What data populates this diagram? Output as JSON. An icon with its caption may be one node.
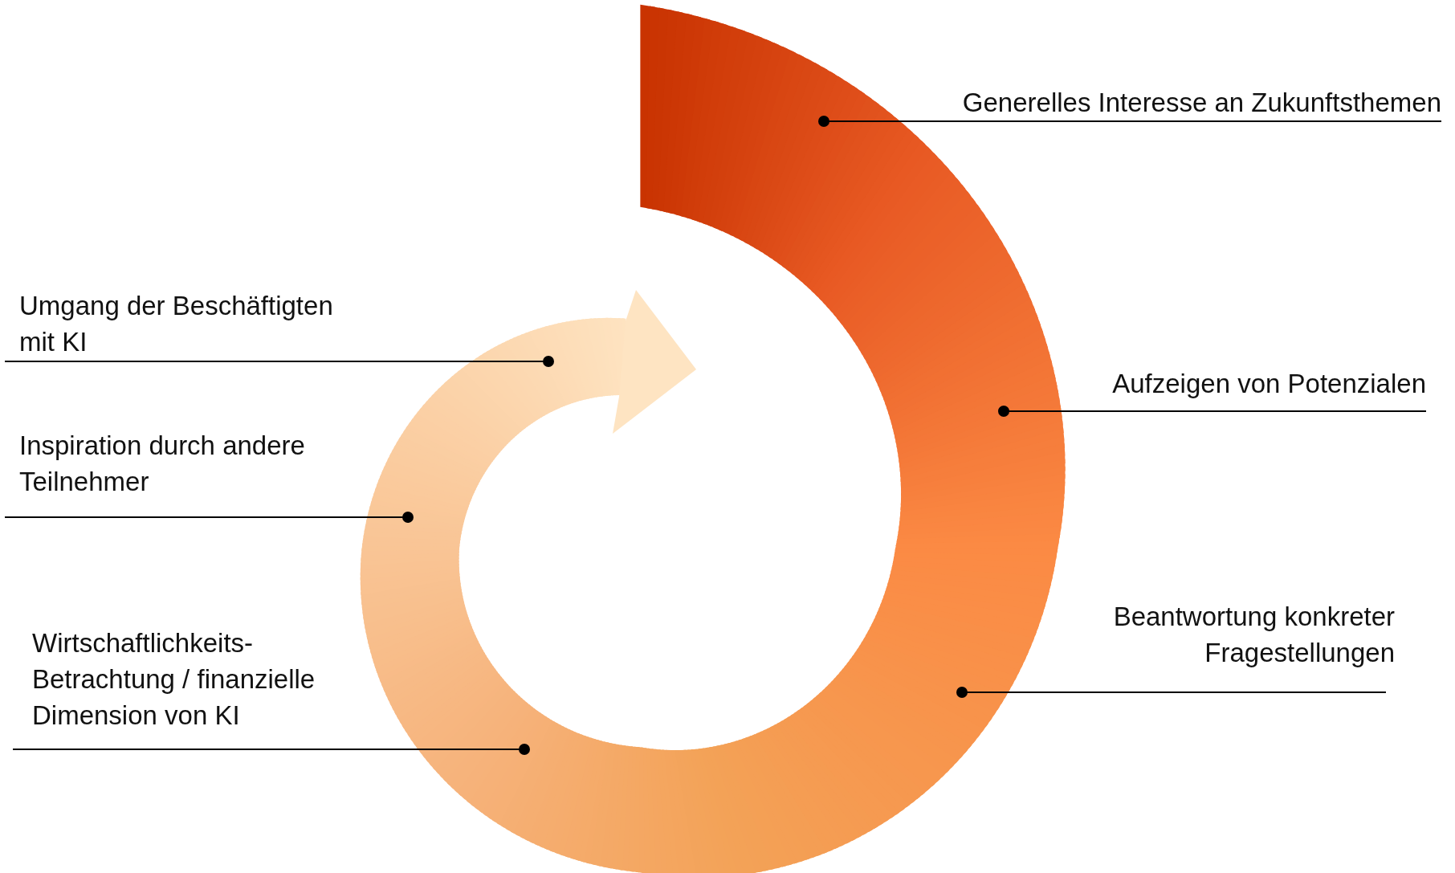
{
  "diagram": {
    "nodes": [
      {
        "text": [
          "Generelles Interesse an Zukunftsthemen"
        ]
      },
      {
        "text": [
          "Umgang der Beschäftigten mit KI"
        ]
      },
      {
        "text": [
          "Aufzeigen von Potenzialen"
        ]
      },
      {
        "text": [
          "Inspiration durch andere Teilnehmer"
        ]
      },
      {
        "text": [
          "Beantwortung konkreter Fragestellungen"
        ]
      },
      {
        "text": [
          "Wirtschaftlichkeits-Betrachtung / finanzielle Dimension von KI"
        ]
      },
      {
        "text": [],
        "shape": "arrow"
      }
    ],
    "edges": [
      {
        "from": 0,
        "to": 6,
        "arrow": "other"
      },
      {
        "from": 1,
        "to": 6,
        "arrow": "other"
      },
      {
        "from": 2,
        "to": 6,
        "arrow": "other"
      },
      {
        "from": 3,
        "to": 6,
        "arrow": "other"
      },
      {
        "from": 4,
        "to": 6,
        "arrow": "other"
      },
      {
        "from": 5,
        "to": 6,
        "arrow": "other"
      }
    ]
  }
}
